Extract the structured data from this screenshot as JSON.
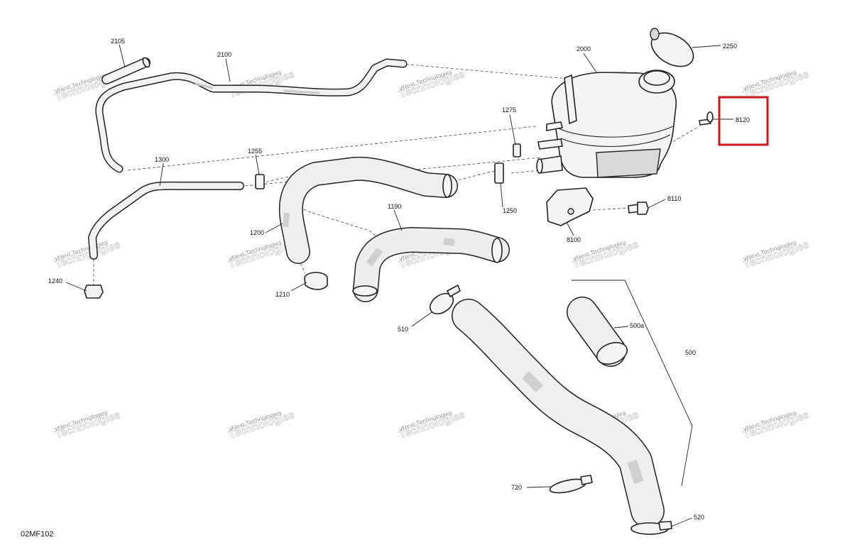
{
  "diagram_code": "02MF102",
  "watermark": {
    "line1": "vNext Technologies",
    "line2": "Technologies"
  },
  "highlight_color": "#d0141c",
  "callouts": {
    "c2105": "2105",
    "c2100": "2100",
    "c2000": "2000",
    "c2250": "2250",
    "c1275": "1275",
    "c8120": "8120",
    "c1255": "1255",
    "c1300": "1300",
    "c1250": "1250",
    "c8110": "8110",
    "c1190": "1190",
    "c1200": "1200",
    "c8100": "8100",
    "c1240": "1240",
    "c1210": "1210",
    "c510": "510",
    "c500a": "500a",
    "c500": "500",
    "c720": "720",
    "c520": "520"
  }
}
